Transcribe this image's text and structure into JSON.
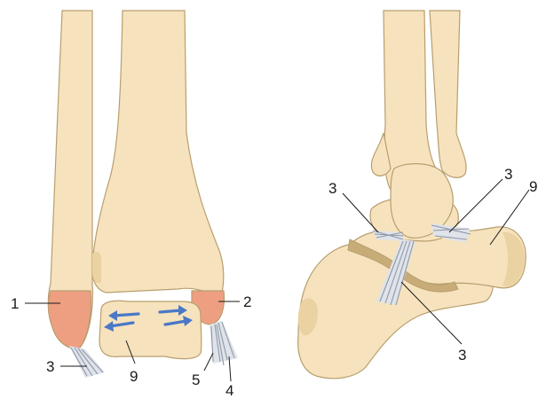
{
  "figure": {
    "left_view": {
      "labels": {
        "l1": "1",
        "l2": "2",
        "l3": "3",
        "l4": "4",
        "l5": "5",
        "l9": "9"
      }
    },
    "right_view": {
      "labels": {
        "l3_left": "3",
        "l3_right": "3",
        "l3_bottom": "3",
        "l9": "9"
      }
    },
    "colors": {
      "bone": "#f6e3bd",
      "malleolus": "#ee9f82",
      "ligament": "#dfe3ea",
      "arrow": "#4a78c6"
    }
  }
}
